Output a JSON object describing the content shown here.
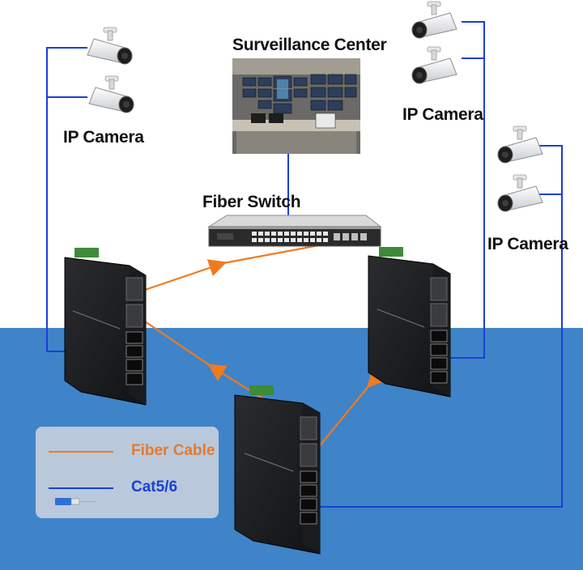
{
  "labels": {
    "surveillance_center": "Surveillance Center",
    "fiber_switch": "Fiber Switch",
    "camera_group_left": "IP Camera",
    "camera_group_top_right": "IP Camera",
    "camera_group_right": "IP Camera"
  },
  "legend": {
    "fiber": "Fiber Cable",
    "copper": "Cat5/6"
  },
  "colors": {
    "fiber": "#f07a1e",
    "copper": "#1a3fd6",
    "water": "#3f84c8",
    "legend_bg": "#b9c9db",
    "fiber_legend_text": "#e8792a",
    "copper_legend_text": "#1a3fd6"
  }
}
